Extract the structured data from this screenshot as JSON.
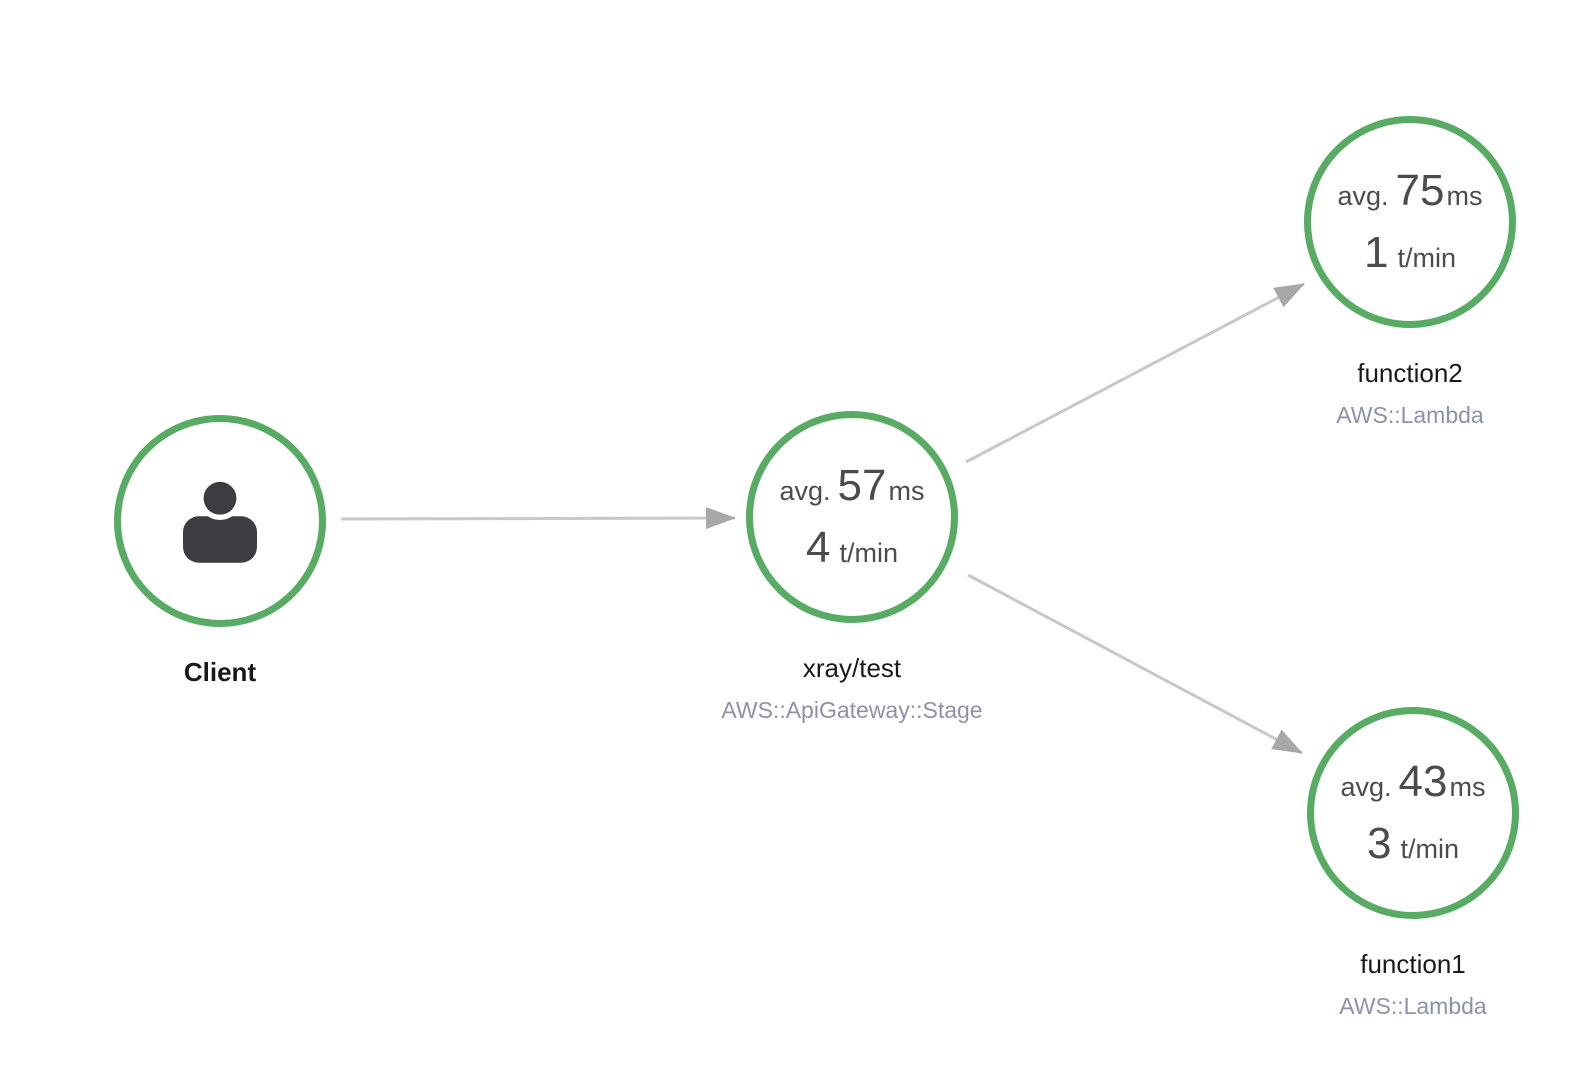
{
  "app": {
    "name": "service-map"
  },
  "colors": {
    "background": "#ffffff",
    "node_ring": "#57ab63",
    "edge_line": "#c8c8c8",
    "edge_arrow": "#a8a8a8",
    "node_label": "#17191c",
    "node_type": "#8d91a9",
    "metric_text": "#4a4c50",
    "client_icon": "#3b3d40"
  },
  "nodes": [
    {
      "id": "client",
      "label": "Client",
      "icon": "user-icon"
    },
    {
      "id": "xray-test",
      "label": "xray/test",
      "type": "AWS::ApiGateway::Stage",
      "metrics": {
        "avg_label": "avg.",
        "avg_value": "57",
        "avg_unit": "ms",
        "rate_value": "4",
        "rate_unit": "t/min"
      }
    },
    {
      "id": "function2",
      "label": "function2",
      "type": "AWS::Lambda",
      "metrics": {
        "avg_label": "avg.",
        "avg_value": "75",
        "avg_unit": "ms",
        "rate_value": "1",
        "rate_unit": "t/min"
      }
    },
    {
      "id": "function1",
      "label": "function1",
      "type": "AWS::Lambda",
      "metrics": {
        "avg_label": "avg.",
        "avg_value": "43",
        "avg_unit": "ms",
        "rate_value": "3",
        "rate_unit": "t/min"
      }
    }
  ],
  "edges": [
    {
      "from": "Client",
      "to": "xray/test"
    },
    {
      "from": "xray/test",
      "to": "function2"
    },
    {
      "from": "xray/test",
      "to": "function1"
    }
  ]
}
